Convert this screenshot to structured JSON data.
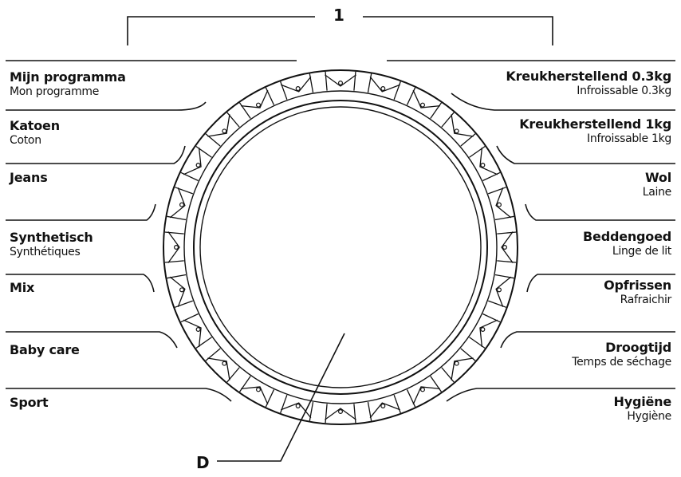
{
  "callouts": {
    "top": "1",
    "bottom": "D"
  },
  "programs_left": [
    {
      "name": "Mijn programma",
      "sub": "Mon programme"
    },
    {
      "name": "Katoen",
      "sub": "Coton"
    },
    {
      "name": "Jeans",
      "sub": ""
    },
    {
      "name": "Synthetisch",
      "sub": "Synthétiques"
    },
    {
      "name": "Mix",
      "sub": ""
    },
    {
      "name": "Baby care",
      "sub": ""
    },
    {
      "name": "Sport",
      "sub": ""
    }
  ],
  "programs_right": [
    {
      "name": "Kreukherstellend 0.3kg",
      "sub": "Infroissable 0.3kg"
    },
    {
      "name": "Kreukherstellend 1kg",
      "sub": "Infroissable 1kg"
    },
    {
      "name": "Wol",
      "sub": "Laine"
    },
    {
      "name": "Beddengoed",
      "sub": "Linge de lit"
    },
    {
      "name": "Opfrissen",
      "sub": "Rafraichir"
    },
    {
      "name": "Droogtijd",
      "sub": "Temps de séchage"
    },
    {
      "name": "Hygiëne",
      "sub": "Hygiène"
    }
  ]
}
